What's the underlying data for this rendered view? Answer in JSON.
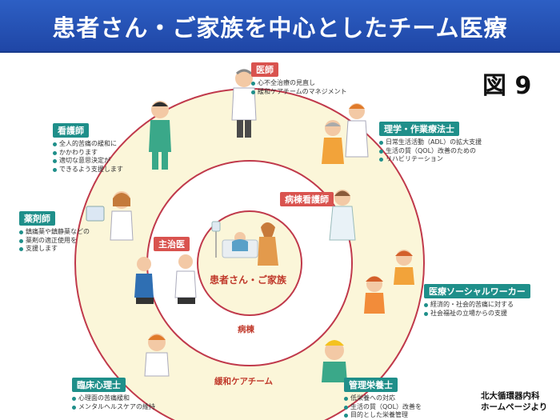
{
  "header": {
    "title": "患者さん・ご家族を中心としたチーム医療"
  },
  "figure_label": "図 9",
  "center": {
    "label": "患者さん・ご家族"
  },
  "rings": {
    "middle": "病棟",
    "outer": "緩和ケアチーム"
  },
  "roles": {
    "doctor": {
      "title": "医師",
      "bullets": [
        "心不全治療の見直し",
        "緩和ケアチームのマネジメント"
      ]
    },
    "nurse": {
      "title": "看護師",
      "bullets": [
        "全人的苦痛の緩和に",
        "かかわります",
        "適切な意思決定が",
        "できるよう支援します"
      ]
    },
    "therapist": {
      "title": "理学・作業療法士",
      "bullets": [
        "日常生活活動（ADL）の拡大支援",
        "生活の質（QOL）改善のための",
        "リハビリテーション"
      ]
    },
    "ward_nurse": {
      "title": "病棟看護師",
      "bullets": []
    },
    "pharmacist": {
      "title": "薬剤師",
      "bullets": [
        "鎮痛薬や鎮静薬などの",
        "薬剤の適正使用を",
        "支援します"
      ]
    },
    "attending": {
      "title": "主治医",
      "bullets": []
    },
    "social_worker": {
      "title": "医療ソーシャルワーカー",
      "bullets": [
        "経済的・社会的苦痛に対する",
        "社会福祉の立場からの支援"
      ]
    },
    "psychologist": {
      "title": "臨床心理士",
      "bullets": [
        "心理面の苦痛緩和",
        "メンタルヘルスケアの維持"
      ]
    },
    "dietitian": {
      "title": "管理栄養士",
      "bullets": [
        "低栄養への対応",
        "生活の質（QOL）改善を",
        "目的とした栄養管理"
      ]
    }
  },
  "credit": {
    "line1": "北大循環器内科",
    "line2": "ホームページより"
  },
  "colors": {
    "header": "#2d5fc4",
    "ring_fill": "#fbf6d9",
    "ring_stroke": "#c0394b",
    "tag": "#1f8f8a"
  }
}
